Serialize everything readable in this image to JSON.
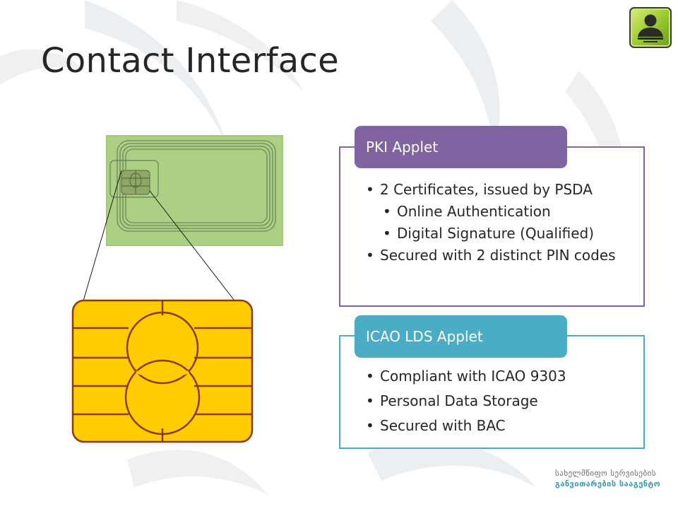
{
  "slide": {
    "title": "Contact Interface"
  },
  "pki_panel": {
    "tab_label": "PKI Applet",
    "bullets": {
      "b1": "2 Certificates, issued by PSDA",
      "b1_sub1": "Online Authentication",
      "b1_sub2": "Digital Signature (Qualified)",
      "b2": "Secured with 2 distinct PIN codes"
    },
    "color": "#8064a2"
  },
  "icao_panel": {
    "tab_label": "ICAO LDS Applet",
    "bullets": {
      "b1": "Compliant with ICAO 9303",
      "b2": "Personal Data Storage",
      "b3": "Secured with BAC"
    },
    "color": "#4bacc6"
  },
  "logo": {
    "line1": "სახელმწიფო სერვისების",
    "line2": "განვითარების სააგენტო"
  },
  "icons": {
    "user": "user-icon",
    "card": "smart-card-image",
    "chip": "chip-contact-icon"
  },
  "colors": {
    "chip_fill": "#ffcc00",
    "chip_outline": "#8a3a10",
    "card_green": "#a6c97a"
  }
}
